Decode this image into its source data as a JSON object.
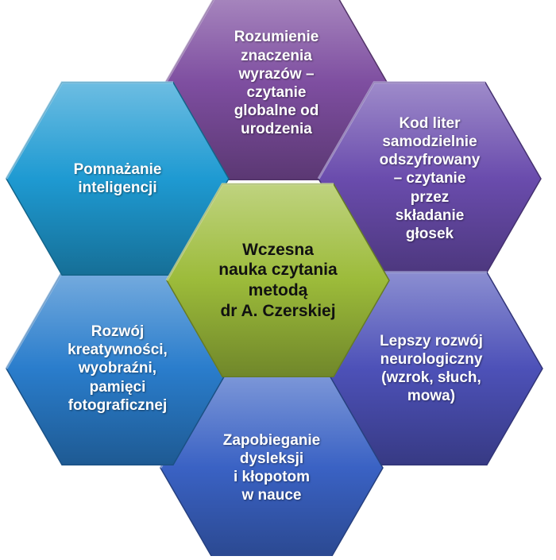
{
  "center": {
    "label": "Wczesna\nnauka czytania\nmetodą\ndr A. Czerskiej",
    "color": "#9cbb3a"
  },
  "outer": [
    {
      "id": "top",
      "label": "Rozumienie\nznaczenia\nwyrazów –\nczytanie\nglobalne od\nurodzenia",
      "color": "#7e4ea0"
    },
    {
      "id": "upper-right",
      "label": "Kod liter\nsamodzielnie\nodszyfrowany\n– czytanie\nprzez\nskładanie\ngłosek",
      "color": "#6a4cad"
    },
    {
      "id": "lower-right",
      "label": "Lepszy rozwój\nneurologiczny\n(wzrok, słuch,\nmowa)",
      "color": "#4d51b8"
    },
    {
      "id": "bottom",
      "label": "Zapobieganie\ndysleksji\ni kłopotom\nw nauce",
      "color": "#3a62c4"
    },
    {
      "id": "lower-left",
      "label": "Rozwój\nkreatywności,\nwyobraźni,\npamięci\nfotograficznej",
      "color": "#2a7dcc"
    },
    {
      "id": "upper-left",
      "label": "Pomnażanie\ninteligencji",
      "color": "#1e9ad2"
    }
  ],
  "connector_color": "#c9c6d4"
}
